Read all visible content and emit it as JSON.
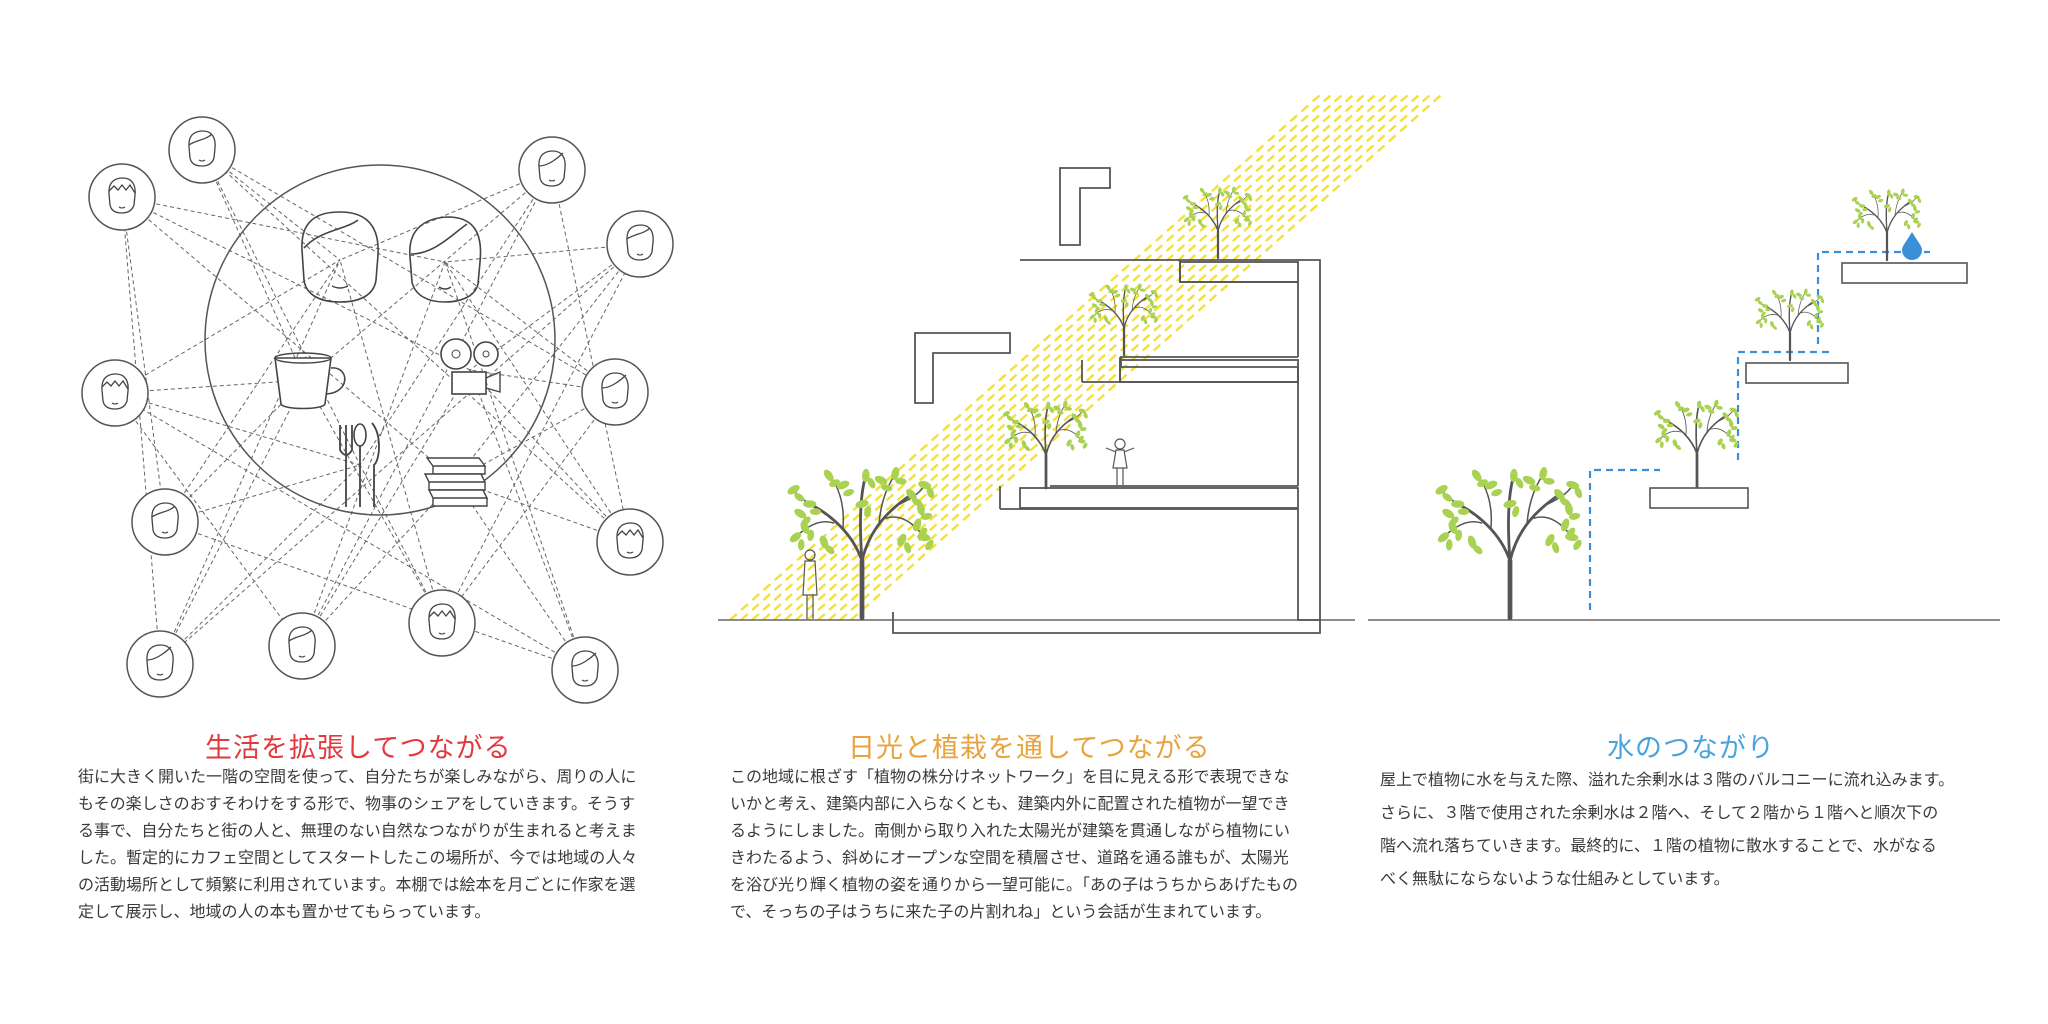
{
  "colors": {
    "title1": "#e0393e",
    "title2": "#e8a33d",
    "title3": "#4aa3dd",
    "leaf": "#a9d152",
    "sun": "#f2e13c",
    "water": "#3a8fd9",
    "line": "#555555"
  },
  "icons": [
    "face-icon",
    "coffee-cup-icon",
    "film-projector-icon",
    "cutlery-icon",
    "books-icon",
    "tree-icon",
    "water-drop-icon",
    "child-figure-icon",
    "person-figure-icon"
  ],
  "panel1": {
    "title": "生活を拡張してつながる",
    "lines": [
      "街に大きく開いた一階の空間を使って、自分たちが楽しみながら、周りの人に",
      "もその楽しさのおすそわけをする形で、物事のシェアをしていきます。そうす",
      "る事で、自分たちと街の人と、無理のない自然なつながりが生まれると考えま",
      "した。暫定的にカフェ空間としてスタートしたこの場所が、今では地域の人々",
      "の活動場所として頻繁に利用されています。本棚では絵本を月ごとに作家を選",
      "定して展示し、地域の人の本も置かせてもらっています。"
    ]
  },
  "panel2": {
    "title": "日光と植栽を通してつながる",
    "lines": [
      "この地域に根ざす「植物の株分けネットワーク」を目に見える形で表現できな",
      "いかと考え、建築内部に入らなくとも、建築内外に配置された植物が一望でき",
      "るようにしました。南側から取り入れた太陽光が建築を貫通しながら植物にい",
      "きわたるよう、斜めにオープンな空間を積層させ、道路を通る誰もが、太陽光",
      "を浴び光り輝く植物の姿を通りから一望可能に。「あの子はうちからあげたもの",
      "で、そっちの子はうちに来た子の片割れね」という会話が生まれています。"
    ]
  },
  "panel3": {
    "title": "水のつながり",
    "lines": [
      "屋上で植物に水を与えた際、溢れた余剰水は３階のバルコニーに流れ込みます。",
      "さらに、３階で使用された余剰水は２階へ、そして２階から１階へと順次下の",
      "階へ流れ落ちていきます。最終的に、１階の植物に散水することで、水がなる",
      "べく無駄にならないような仕組みとしています。"
    ]
  }
}
